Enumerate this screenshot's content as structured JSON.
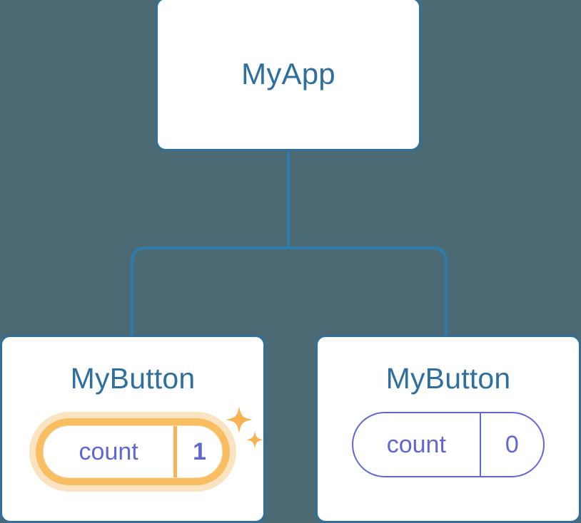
{
  "diagram": {
    "type": "component-tree",
    "background_color": "#4c6a73",
    "node_border_color": "#2f6f9d",
    "node_title_color": "#2d6f9e",
    "connector_color": "#2f7cac",
    "pill_color": "#6166d6",
    "highlight_color": "#f6b351",
    "highlight_glow_color": "#fae3c0",
    "root": {
      "title": "MyApp"
    },
    "children": [
      {
        "title": "MyButton",
        "state": {
          "key": "count",
          "value": "1"
        },
        "highlighted": true,
        "sparkle_icons": [
          "sparkle-large-icon",
          "sparkle-small-icon"
        ]
      },
      {
        "title": "MyButton",
        "state": {
          "key": "count",
          "value": "0"
        },
        "highlighted": false,
        "sparkle_icons": []
      }
    ]
  }
}
